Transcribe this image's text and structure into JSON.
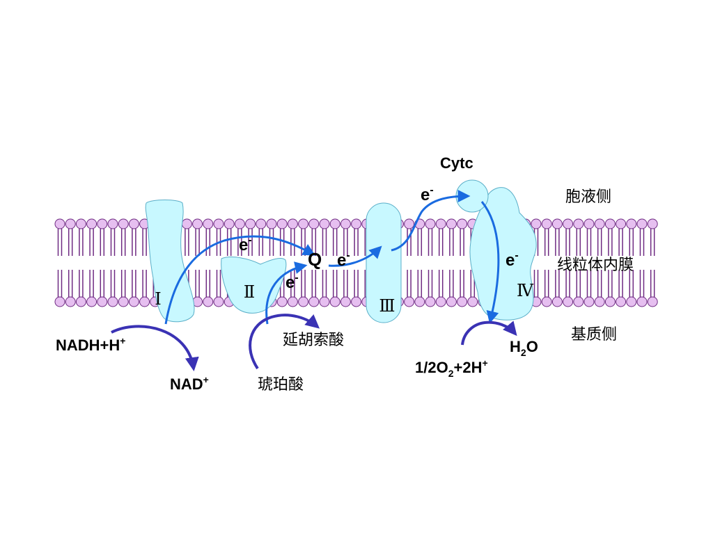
{
  "labels": {
    "cytosol_side": "胞液侧",
    "inner_membrane": "线粒体内膜",
    "matrix_side": "基质侧",
    "cytc": "Cytc",
    "q": "Q",
    "complex_1": "Ⅰ",
    "complex_2": "Ⅱ",
    "complex_3": "Ⅲ",
    "complex_4": "Ⅳ",
    "nadh_base": "NADH+H",
    "nadh_sup": "+",
    "nad_base": "NAD",
    "nad_sup": "+",
    "fumarate": "延胡索酸",
    "succinate": "琥珀酸",
    "water_h": "H",
    "water_sub": "2",
    "water_o": "O",
    "oxygen_a": "1/2O",
    "oxygen_sub": "2",
    "oxygen_b": "+2H",
    "oxygen_sup": "+",
    "electron_base": "e",
    "electron_sup": "-"
  },
  "colors": {
    "lipid_head_fill": "#e6bff0",
    "lipid_head_stroke": "#6e2a82",
    "lipid_tail": "#6e2a82",
    "protein_fill": "#c8f8ff",
    "protein_stroke": "#5aaec8",
    "electron_arrow": "#1a6be0",
    "reaction_arrow": "#3a32b4"
  },
  "icons": {
    "protein_complex": "blob-shape",
    "lipid": "phospholipid-glyph"
  }
}
